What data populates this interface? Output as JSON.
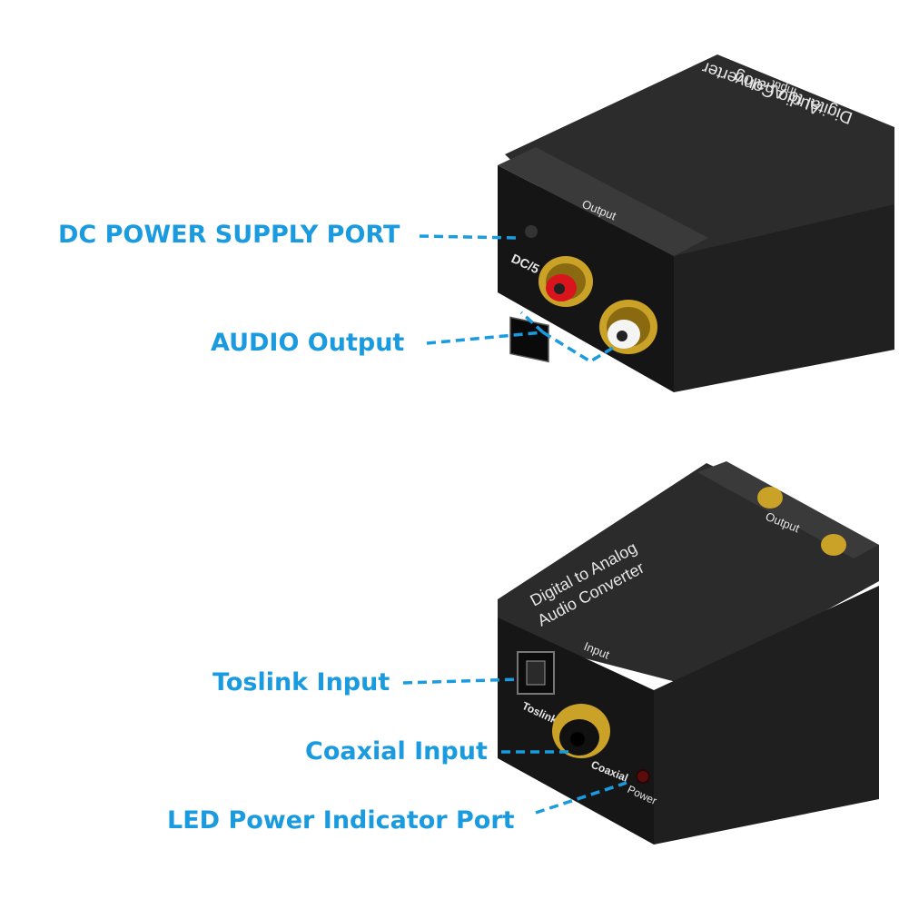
{
  "colors": {
    "accent": "#1a9be0",
    "device_body": "#1b1b1b",
    "device_top": "#2a2a2a",
    "print": "#e6e6e6",
    "rca_red": "#d8141c",
    "rca_white": "#f4f4f4",
    "gold": "#c9a227",
    "led": "#5a0d0d"
  },
  "callouts": {
    "dc_power": "DC POWER SUPPLY PORT",
    "audio_output": "AUDIO Output",
    "toslink_input": "Toslink Input",
    "coaxial_input": "Coaxial Input",
    "led_port": "LED Power Indicator Port"
  },
  "device_top_view": {
    "top_label_line1": "Digital to Analog",
    "top_label_line2": "Audio Converter",
    "top_input_label": "Input",
    "output_label": "Output",
    "dc_label": "DC/5"
  },
  "device_bottom_view": {
    "top_label_line1": "Digital to Analog",
    "top_label_line2": "Audio Converter",
    "input_label": "Input",
    "output_label": "Output",
    "toslink_label": "Toslink",
    "coaxial_label": "Coaxial",
    "power_label": "Power"
  },
  "icons": [
    "dc-jack-icon",
    "rca-red-icon",
    "rca-white-icon",
    "toslink-port-icon",
    "coaxial-port-icon",
    "led-icon"
  ]
}
